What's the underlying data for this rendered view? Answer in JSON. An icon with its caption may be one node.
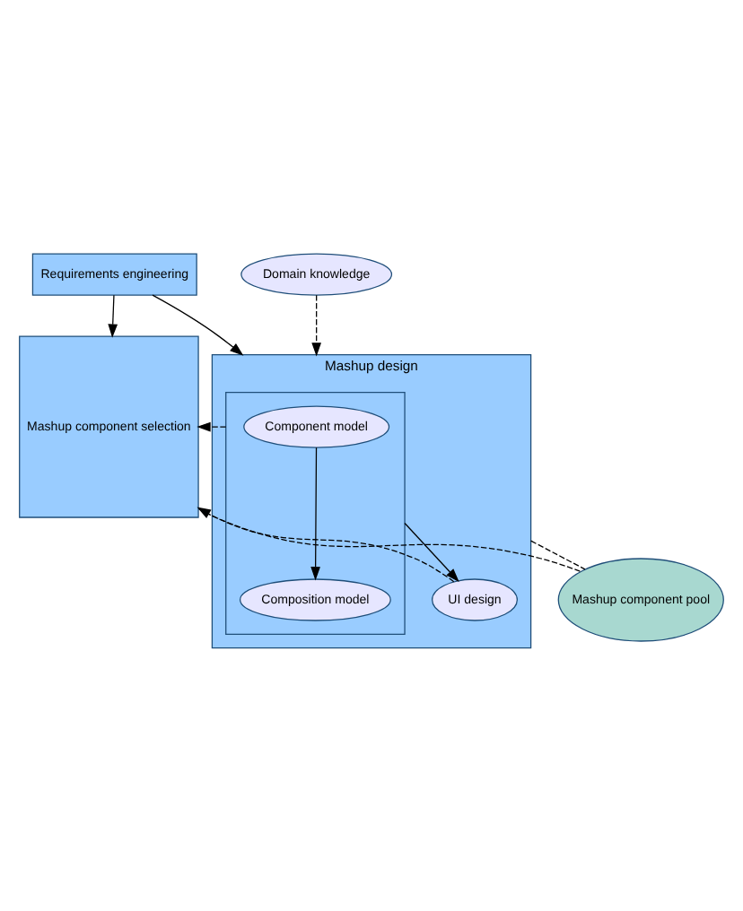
{
  "diagram": {
    "nodes": [
      {
        "text": [
          "Requirements engineering"
        ]
      },
      {
        "text": [
          "Domain knowledge"
        ]
      },
      {
        "text": [
          "Mashup component selection"
        ]
      },
      {
        "text": [
          "Mashup design"
        ]
      },
      {
        "text": [],
        "shape": "box",
        "in": 3
      },
      {
        "text": [
          "Component model"
        ],
        "in": 4
      },
      {
        "text": [
          "Composition model"
        ],
        "in": 4
      },
      {
        "text": [
          "UI design"
        ],
        "in": 3
      },
      {
        "text": [
          "Mashup component pool"
        ]
      }
    ],
    "edges": [
      {
        "from": 0,
        "to": 2,
        "arrow": "to"
      },
      {
        "from": 0,
        "to": 3,
        "arrow": "to"
      },
      {
        "from": 1,
        "to": 3,
        "arrow": "to",
        "style": "dashed"
      },
      {
        "from": 5,
        "to": 6,
        "arrow": "to"
      },
      {
        "from": 4,
        "to": 7,
        "arrow": "to"
      },
      {
        "from": 4,
        "to": 2,
        "arrow": "to",
        "style": "dashed"
      },
      {
        "from": 7,
        "to": 2,
        "arrow": "to",
        "style": "dashed"
      },
      {
        "from": 2,
        "to": 8,
        "arrow": "none",
        "style": "dashed"
      },
      {
        "from": 3,
        "to": 8,
        "arrow": "none",
        "style": "dashed"
      }
    ]
  }
}
